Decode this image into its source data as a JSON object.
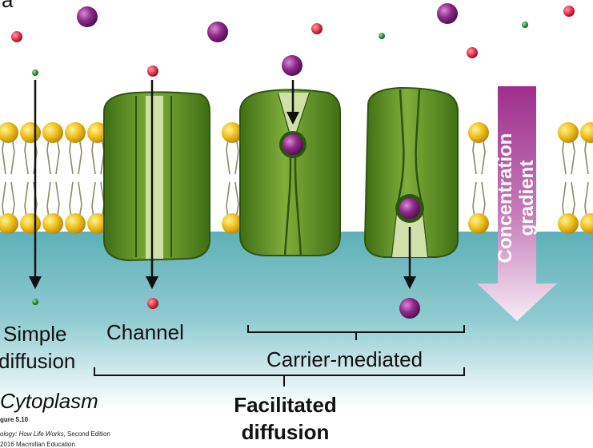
{
  "header_fragment": "a",
  "labels": {
    "simple_line1": "Simple",
    "simple_line2": "diffusion",
    "channel": "Channel",
    "carrier_mediated": "Carrier-mediated",
    "cytoplasm": "Cytoplasm",
    "facilitated_line1": "Facilitated",
    "facilitated_line2": "diffusion"
  },
  "gradient_arrow": {
    "line1": "Concentration",
    "line2": "gradient"
  },
  "credit": {
    "figure": "gure 5.10",
    "book_italic": "ology: How Life Works",
    "book_rest": ", Second Edition",
    "copyright": "2016 Macmillan Education"
  },
  "colors": {
    "extracellular": "#ffffff",
    "cytoplasm": "#7ec3c9",
    "lipid_head": "#f2c21b",
    "protein": "#5f8f27",
    "large_molecule": "#8e2a8a",
    "small_red": "#e0304a",
    "small_green": "#3a9a4a",
    "gradient_arrow": "#9d2f8c"
  }
}
